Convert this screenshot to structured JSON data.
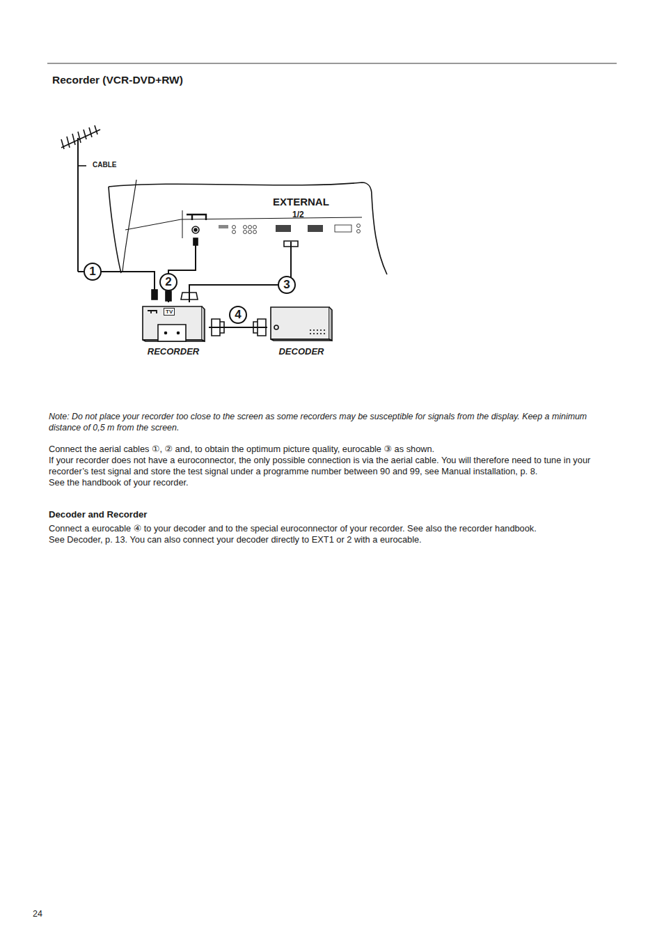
{
  "diagram": {
    "title": "Recorder (VCR-DVD+RW)",
    "nodes": [
      {
        "text": [
          "EXTERNAL",
          "1/2"
        ]
      },
      {
        "text": [
          "RECORDER"
        ]
      },
      {
        "text": [
          "DECODER"
        ]
      }
    ],
    "edges": [
      {
        "from": 1,
        "to": 0,
        "arrow": "none",
        "label": "2"
      },
      {
        "from": 1,
        "to": 0,
        "arrow": "none",
        "label": "3"
      },
      {
        "from": 1,
        "to": 2,
        "arrow": "none",
        "label": "4"
      }
    ],
    "labels": [
      "CABLE",
      "1",
      "TV",
      "Note: Do not place your recorder too close to the screen as some recorders may be susceptible for signals from the display. Keep a minimum distance of 0,5 m from the screen.",
      "Connect the aerial cables ①, ② and, to obtain the optimum picture quality, eurocable ③ as shown.",
      "If your recorder does not have a euroconnector, the only possible connection is via the aerial cable. You will therefore need to tune in your recorder’s test signal and store the test signal under a programme number between 90 and 99, see Manual installation, p. 8.",
      "See the handbook of your recorder.",
      "Decoder and Recorder",
      "Connect a eurocable ④ to your decoder and to the special euroconnector of your recorder. See also the recorder handbook.",
      "See Decoder, p. 13. You can also connect your decoder directly to EXT1 or 2 with a eurocable.",
      "24"
    ]
  }
}
